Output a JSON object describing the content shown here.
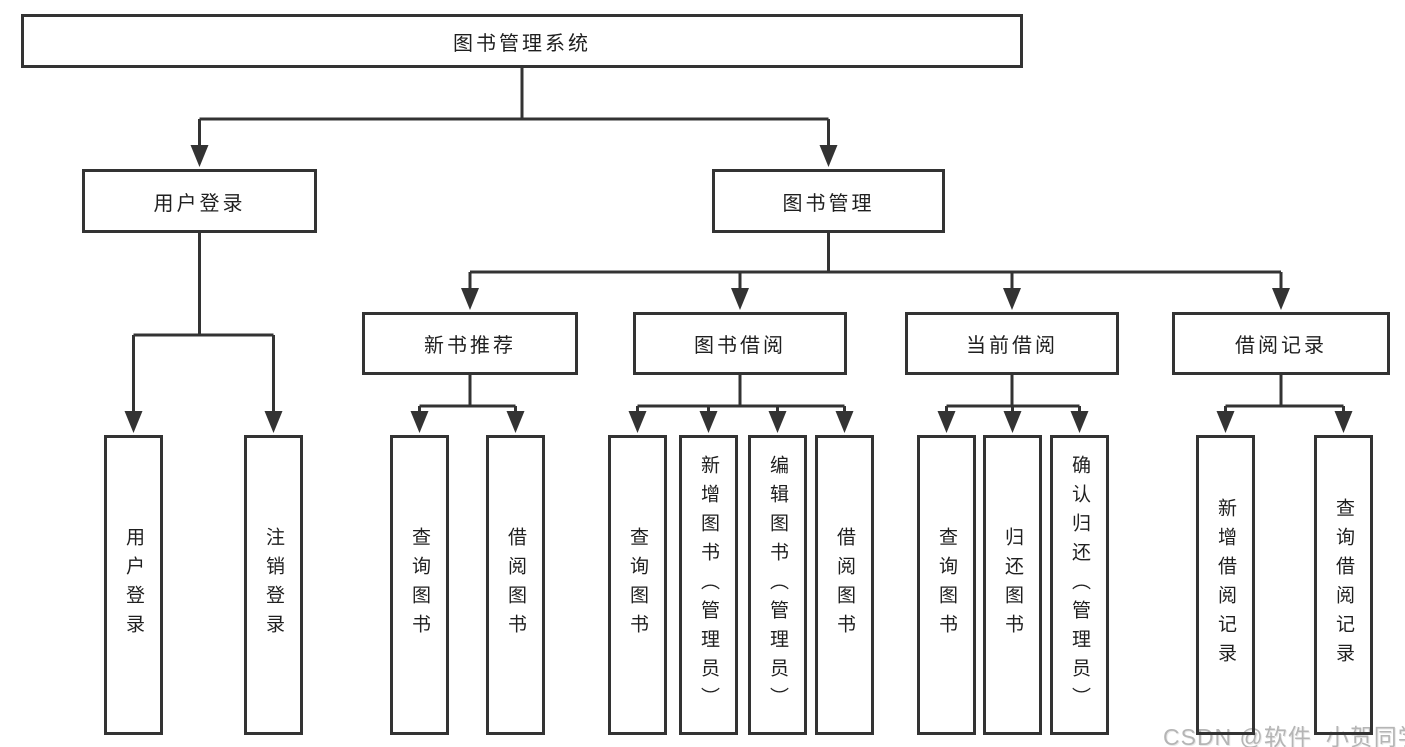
{
  "diagram": {
    "root": {
      "label": "图书管理系统"
    },
    "level2": [
      {
        "label": "用户登录"
      },
      {
        "label": "图书管理"
      }
    ],
    "level3": [
      {
        "label": "新书推荐"
      },
      {
        "label": "图书借阅"
      },
      {
        "label": "当前借阅"
      },
      {
        "label": "借阅记录"
      }
    ],
    "leaves": {
      "user_login": [
        {
          "label": "用户登录"
        },
        {
          "label": "注销登录"
        }
      ],
      "new_book_recommend": [
        {
          "label": "查询图书"
        },
        {
          "label": "借阅图书"
        }
      ],
      "book_borrow": [
        {
          "label": "查询图书"
        },
        {
          "label": "新增图书（管理员）"
        },
        {
          "label": "编辑图书（管理员）"
        },
        {
          "label": "借阅图书"
        }
      ],
      "current_borrow": [
        {
          "label": "查询图书"
        },
        {
          "label": "归还图书"
        },
        {
          "label": "确认归还（管理员）"
        }
      ],
      "borrow_record": [
        {
          "label": "新增借阅记录"
        },
        {
          "label": "查询借阅记录"
        }
      ]
    }
  },
  "watermark": {
    "text": "CSDN @软件_小贺同学"
  },
  "colors": {
    "line": "#333333",
    "text": "#1f1f1f",
    "watermark": "#b5b5b5",
    "background": "#ffffff"
  }
}
